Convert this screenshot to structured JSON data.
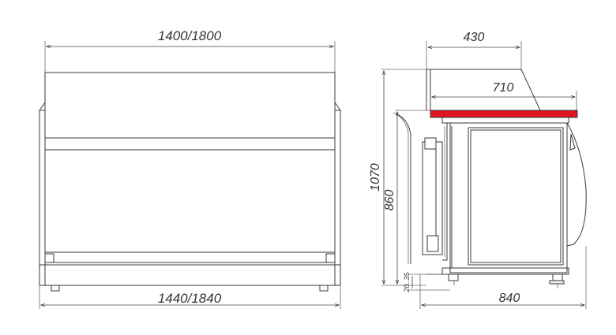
{
  "front_view": {
    "top_width_label": "1400/1800",
    "bottom_width_label": "1440/1840"
  },
  "side_view": {
    "top_depth_label": "430",
    "counter_depth_label": "710",
    "overall_height_label": "1070",
    "body_height_label": "860",
    "foot_adjust_label": "20..35",
    "overall_depth_label": "840"
  },
  "colors": {
    "worktop": "#e0141e",
    "line": "#3a3a3a"
  }
}
